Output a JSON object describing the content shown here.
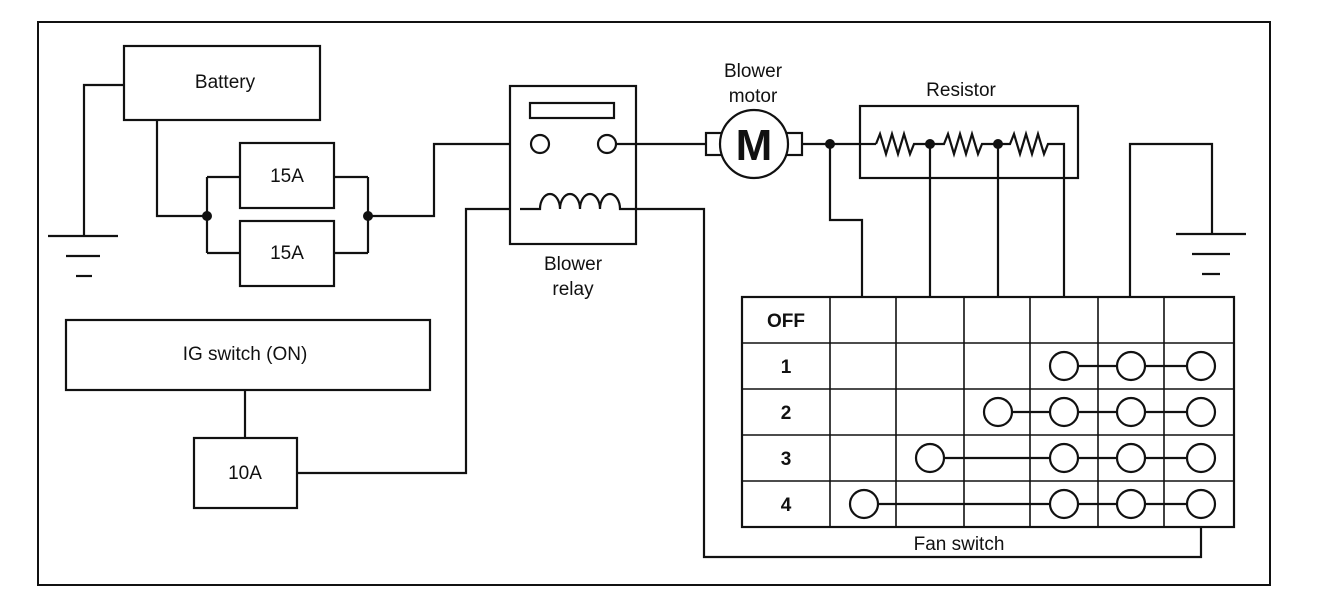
{
  "labels": {
    "battery": "Battery",
    "fuse_upper": "15A",
    "fuse_lower": "15A",
    "ig_switch": "IG switch (ON)",
    "fuse_10a": "10A",
    "blower_relay_1": "Blower",
    "blower_relay_2": "relay",
    "blower_motor_1": "Blower",
    "blower_motor_2": "motor",
    "motor_symbol": "M",
    "resistor": "Resistor",
    "fan_switch": "Fan switch"
  },
  "fan_switch_table": {
    "rows": [
      "OFF",
      "1",
      "2",
      "3",
      "4"
    ]
  }
}
